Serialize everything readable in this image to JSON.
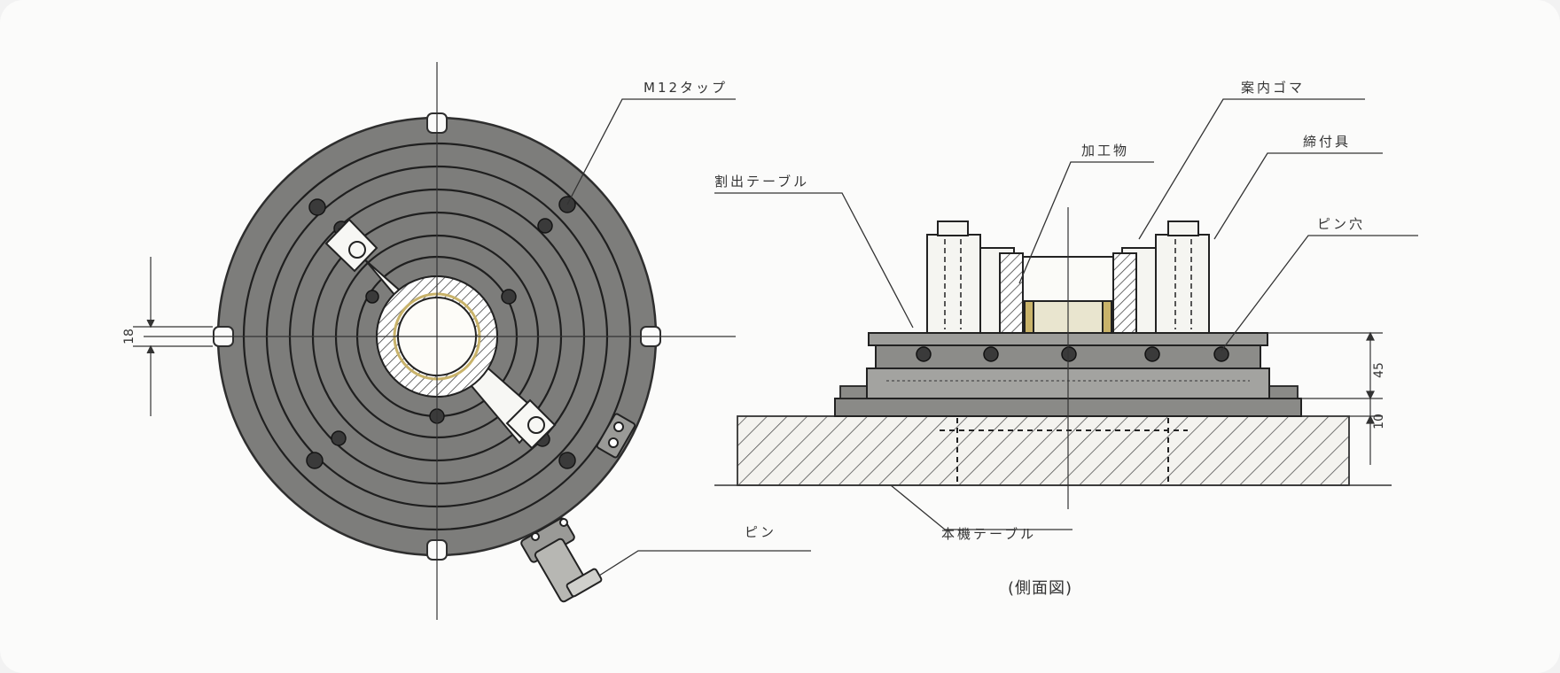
{
  "labels": {
    "m12_tap": "M12タップ",
    "pin": "ピン",
    "index_table": "割出テーブル",
    "workpiece": "加工物",
    "guide_piece": "案内ゴマ",
    "clamp": "締付具",
    "pin_hole": "ピン穴",
    "machine_table": "本機テーブル"
  },
  "dimensions": {
    "slot_width": "18",
    "height_45": "45",
    "height_10": "10"
  },
  "caption": "(側面図)"
}
